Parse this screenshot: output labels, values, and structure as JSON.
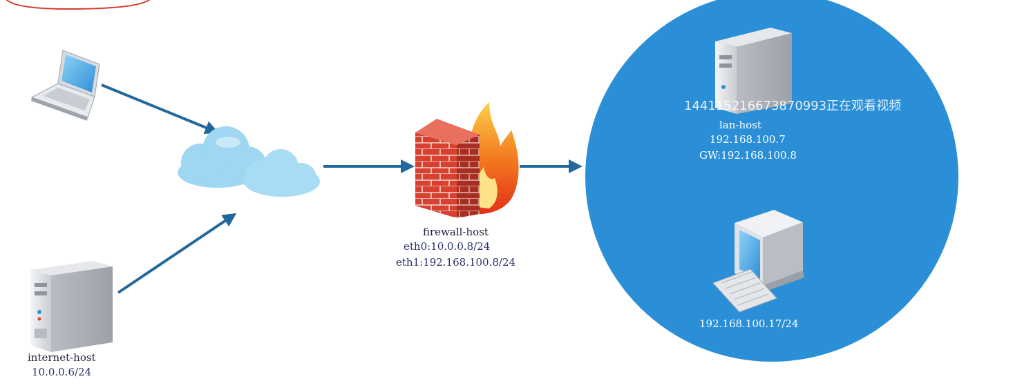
{
  "nodes": {
    "internet_host": {
      "name": "internet-host",
      "ip": "10.0.0.6/24"
    },
    "firewall_host": {
      "name": "firewall-host",
      "eth0": "eth0:10.0.0.8/24",
      "eth1": "eth1:192.168.100.8/24"
    },
    "lan_host": {
      "name": "lan-host",
      "ip": "192.168.100.7",
      "gw": "GW:192.168.100.8"
    },
    "lan_pc": {
      "ip": "192.168.100.17/24"
    }
  },
  "overlay": {
    "viewer_text": "144115216673870993正在观看视频"
  },
  "icons": [
    "laptop-icon",
    "server-icon",
    "cloud-icon",
    "firewall-icon",
    "fire-icon",
    "desktop-pc-icon"
  ],
  "colors": {
    "lan_zone": "#2b8fd7",
    "arrow": "#23689d",
    "brick": "#d8402f",
    "highlight_ring": "#d93a2e"
  }
}
